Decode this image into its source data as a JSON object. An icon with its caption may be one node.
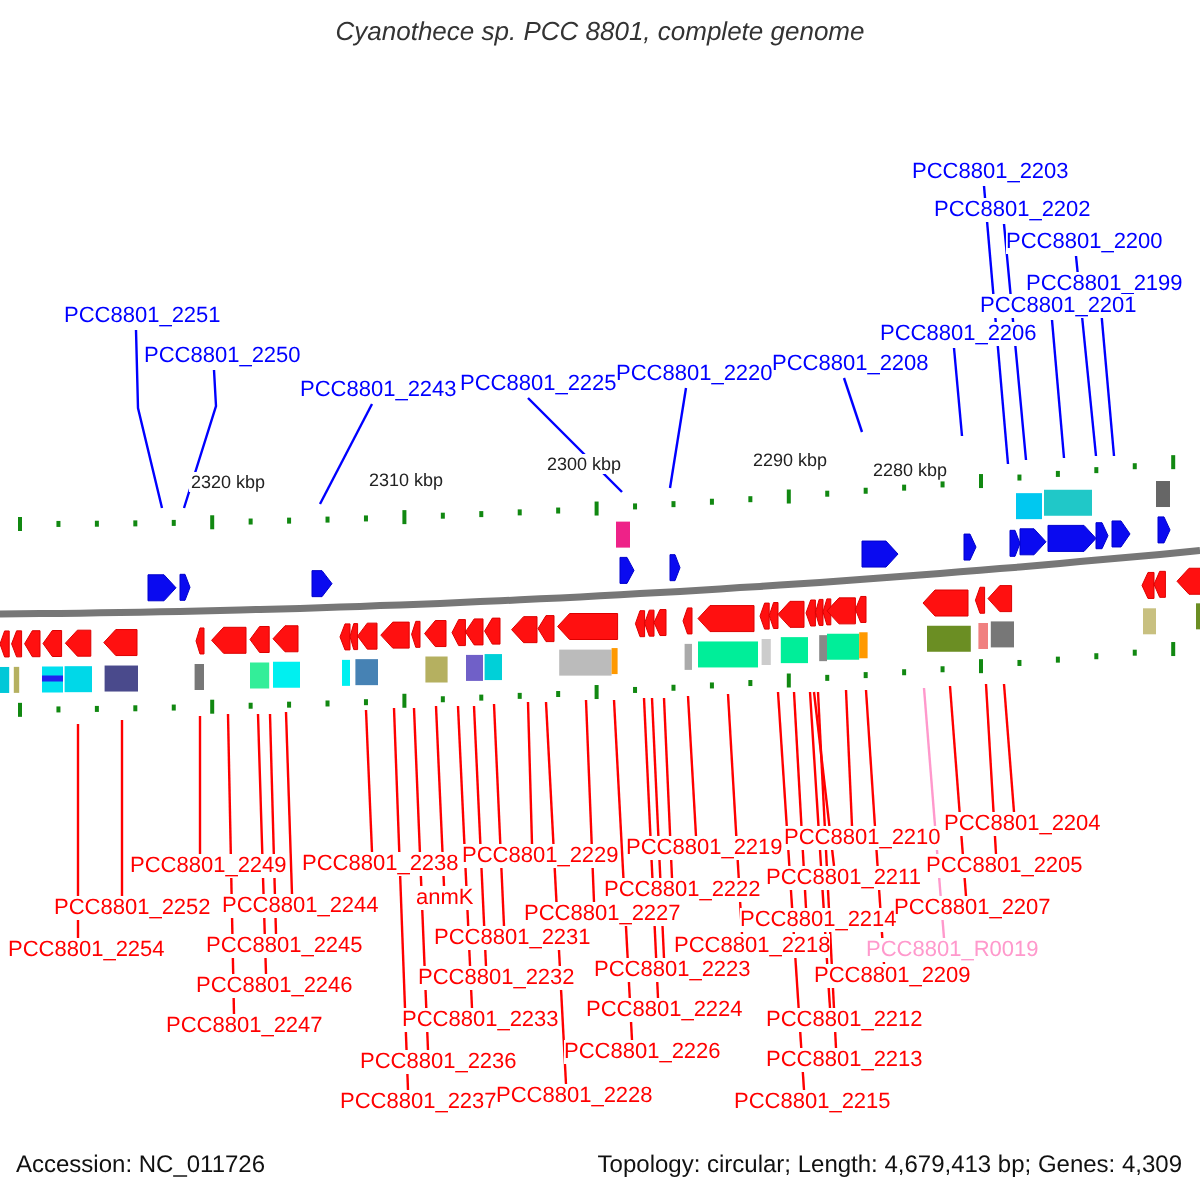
{
  "diagram": {
    "title": "Cyanothece sp. PCC 8801, complete genome",
    "nodes": [
      {
        "text": [
          "PCC8801_2203"
        ]
      },
      {
        "text": [
          "PCC8801_2202"
        ]
      },
      {
        "text": [
          "PCC8801_2200"
        ]
      },
      {
        "text": [
          "PCC8801_2199"
        ]
      },
      {
        "text": [
          "PCC8801_2201"
        ]
      },
      {
        "text": [
          "PCC8801_2251"
        ]
      },
      {
        "text": [
          "PCC8801_2206"
        ]
      },
      {
        "text": [
          "PCC8801_2250"
        ]
      },
      {
        "text": [
          "PCC8801_2208"
        ]
      },
      {
        "text": [
          "PCC8801_2220"
        ]
      },
      {
        "text": [
          "PCC8801_2225"
        ]
      },
      {
        "text": [
          "PCC8801_2243"
        ]
      },
      {
        "text": [
          "PCC8801_2254"
        ]
      },
      {
        "text": [
          "PCC8801_2252"
        ]
      },
      {
        "text": [
          "PCC8801_2249"
        ]
      },
      {
        "text": [
          "PCC8801_2247"
        ]
      },
      {
        "text": [
          "PCC8801_2246"
        ]
      },
      {
        "text": [
          "PCC8801_2245"
        ]
      },
      {
        "text": [
          "PCC8801_2244"
        ]
      },
      {
        "text": [
          "PCC8801_2238"
        ]
      },
      {
        "text": [
          "PCC8801_2237"
        ]
      },
      {
        "text": [
          "PCC8801_2236"
        ]
      },
      {
        "text": [
          "PCC8801_2233"
        ]
      },
      {
        "text": [
          "anmK"
        ]
      },
      {
        "text": [
          "PCC8801_2232"
        ]
      },
      {
        "text": [
          "PCC8801_2231"
        ]
      },
      {
        "text": [
          "PCC8801_2229"
        ]
      },
      {
        "text": [
          "PCC8801_2228"
        ]
      },
      {
        "text": [
          "PCC8801_2227"
        ]
      },
      {
        "text": [
          "PCC8801_2226"
        ]
      },
      {
        "text": [
          "PCC8801_2224"
        ]
      },
      {
        "text": [
          "PCC8801_2223"
        ]
      },
      {
        "text": [
          "PCC8801_2222"
        ]
      },
      {
        "text": [
          "PCC8801_2219"
        ]
      },
      {
        "text": [
          "PCC8801_2218"
        ]
      },
      {
        "text": [
          "PCC8801_2215"
        ]
      },
      {
        "text": [
          "PCC8801_2214"
        ]
      },
      {
        "text": [
          "PCC8801_2212"
        ]
      },
      {
        "text": [
          "PCC8801_2213"
        ]
      },
      {
        "text": [
          "PCC8801_2211"
        ]
      },
      {
        "text": [
          "PCC8801_2210"
        ]
      },
      {
        "text": [
          "PCC8801_2209"
        ]
      },
      {
        "text": [
          "PCC8801_R0019"
        ]
      },
      {
        "text": [
          "PCC8801_2207"
        ]
      },
      {
        "text": [
          "PCC8801_2205"
        ]
      },
      {
        "text": [
          "PCC8801_2204"
        ]
      }
    ],
    "edges": [
      {
        "from": 0,
        "to": null,
        "arrow": "none",
        "color": "#0000ff"
      },
      {
        "from": 1,
        "to": null,
        "arrow": "none",
        "color": "#0000ff"
      },
      {
        "from": 2,
        "to": null,
        "arrow": "none",
        "color": "#0000ff"
      },
      {
        "from": 3,
        "to": null,
        "arrow": "none",
        "color": "#0000ff"
      },
      {
        "from": 4,
        "to": null,
        "arrow": "none",
        "color": "#0000ff"
      },
      {
        "from": 5,
        "to": null,
        "arrow": "none",
        "color": "#0000ff"
      },
      {
        "from": 6,
        "to": null,
        "arrow": "none",
        "color": "#0000ff"
      },
      {
        "from": 7,
        "to": null,
        "arrow": "none",
        "color": "#0000ff"
      },
      {
        "from": 8,
        "to": null,
        "arrow": "none",
        "color": "#0000ff"
      },
      {
        "from": 9,
        "to": null,
        "arrow": "none",
        "color": "#0000ff"
      },
      {
        "from": 10,
        "to": null,
        "arrow": "none",
        "color": "#0000ff"
      },
      {
        "from": 11,
        "to": null,
        "arrow": "none",
        "color": "#0000ff"
      },
      {
        "from": 12,
        "to": null,
        "arrow": "none"
      },
      {
        "from": 13,
        "to": null,
        "arrow": "none"
      },
      {
        "from": 14,
        "to": null,
        "arrow": "none"
      },
      {
        "from": 15,
        "to": null,
        "arrow": "none"
      },
      {
        "from": 16,
        "to": null,
        "arrow": "none"
      },
      {
        "from": 17,
        "to": null,
        "arrow": "none"
      },
      {
        "from": 18,
        "to": null,
        "arrow": "none"
      },
      {
        "from": 19,
        "to": null,
        "arrow": "none"
      },
      {
        "from": 20,
        "to": null,
        "arrow": "none"
      },
      {
        "from": 21,
        "to": null,
        "arrow": "none"
      },
      {
        "from": 22,
        "to": null,
        "arrow": "none"
      },
      {
        "from": 23,
        "to": null,
        "arrow": "none"
      },
      {
        "from": 24,
        "to": null,
        "arrow": "none"
      },
      {
        "from": 25,
        "to": null,
        "arrow": "none"
      },
      {
        "from": 26,
        "to": null,
        "arrow": "none"
      },
      {
        "from": 27,
        "to": null,
        "arrow": "none"
      },
      {
        "from": 28,
        "to": null,
        "arrow": "none"
      },
      {
        "from": 29,
        "to": null,
        "arrow": "none"
      },
      {
        "from": 30,
        "to": null,
        "arrow": "none"
      },
      {
        "from": 31,
        "to": null,
        "arrow": "none"
      },
      {
        "from": 32,
        "to": null,
        "arrow": "none"
      },
      {
        "from": 33,
        "to": null,
        "arrow": "none"
      },
      {
        "from": 34,
        "to": null,
        "arrow": "none"
      },
      {
        "from": 35,
        "to": null,
        "arrow": "none"
      },
      {
        "from": 36,
        "to": null,
        "arrow": "none"
      },
      {
        "from": 37,
        "to": null,
        "arrow": "none"
      },
      {
        "from": 38,
        "to": null,
        "arrow": "none"
      },
      {
        "from": 39,
        "to": null,
        "arrow": "none"
      },
      {
        "from": 40,
        "to": null,
        "arrow": "none"
      },
      {
        "from": 41,
        "to": null,
        "arrow": "none"
      },
      {
        "from": 42,
        "to": null,
        "arrow": "none",
        "color": "#ff99cc"
      },
      {
        "from": 43,
        "to": null,
        "arrow": "none"
      },
      {
        "from": 44,
        "to": null,
        "arrow": "none"
      },
      {
        "from": 45,
        "to": null,
        "arrow": "none"
      }
    ],
    "labels": [
      "2320 kbp",
      "2310 kbp",
      "2300 kbp",
      "2290 kbp",
      "2280 kbp",
      "Accession: NC_011726",
      "Topology: circular; Length: 4,679,413 bp; Genes: 4,309"
    ]
  }
}
